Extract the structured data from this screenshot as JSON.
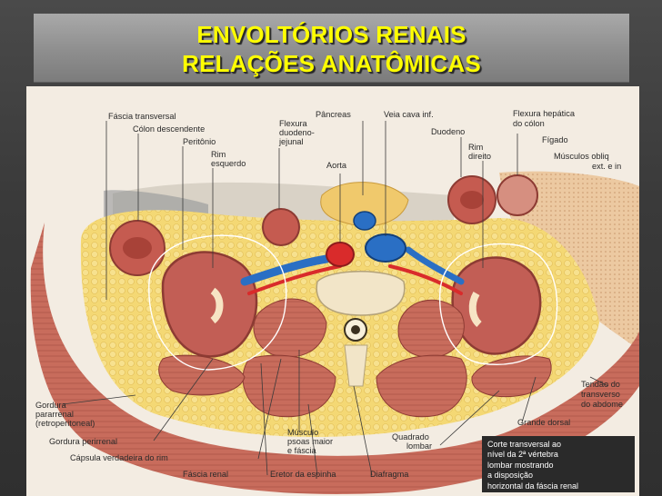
{
  "slide": {
    "title_line1": "ENVOLTÓRIOS RENAIS",
    "title_line2": "RELAÇÕES ANATÔMICAS"
  },
  "labels": {
    "fascia_transversal": "Fáscia transversal",
    "colon_descendente": "Cólon descendente",
    "peritonio": "Peritônio",
    "rim_esq_1": "Rim",
    "rim_esq_2": "esquerdo",
    "flexura_1": "Flexura",
    "flexura_2": "duodeno-",
    "flexura_3": "jejunal",
    "pancreas": "Pâncreas",
    "aorta": "Aorta",
    "veia_cava": "Veia cava inf.",
    "duodeno": "Duodeno",
    "rim_dir_1": "Rim",
    "rim_dir_2": "direito",
    "flexura_hep_1": "Flexura hepática",
    "flexura_hep_2": "do cólon",
    "figado": "Fígado",
    "musculos_obliq_1": "Músculos obliq",
    "musculos_obliq_2": "ext. e in",
    "gordura_pararrenal_1": "Gordura",
    "gordura_pararrenal_2": "pararrenal",
    "gordura_pararrenal_3": "(retroperitoneal)",
    "gordura_perirrenal": "Gordura perirrenal",
    "capsula": "Cápsula verdadeira do rim",
    "fascia_renal": "Fáscia renal",
    "musculo_psoas_1": "Músculo",
    "musculo_psoas_2": "psoas maior",
    "musculo_psoas_3": "e fáscia",
    "eretor": "Eretor da espinha",
    "diafragma": "Diafragma",
    "quadrado_1": "Quadrado",
    "quadrado_2": "lombar",
    "grande_dorsal": "Grande dorsal",
    "tendao_1": "Tendão do",
    "tendao_2": "transverso",
    "tendao_3": "do abdome"
  },
  "caption": {
    "line1": "Corte transversal ao",
    "line2": "nível da 2ª vértebra",
    "line3": "lombar mostrando",
    "line4": "a disposição",
    "line5": "horizontal da fáscia renal"
  },
  "colors": {
    "title_text": "#ffff00",
    "muscle": "#c4685a",
    "fat": "#f2d66e",
    "artery": "#d92b2b",
    "vein": "#2a6fc4",
    "liver": "#e9c39a"
  }
}
